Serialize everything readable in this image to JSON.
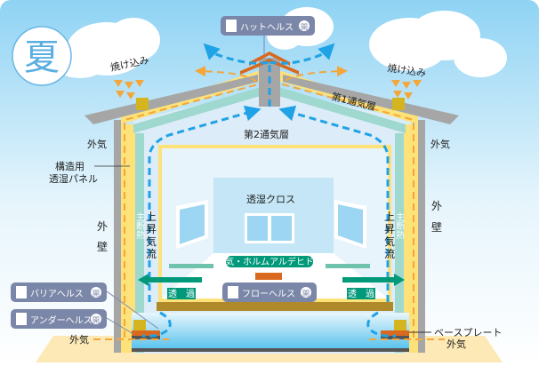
{
  "season": "夏",
  "ridge_product": {
    "label": "ハットヘルス",
    "state": "開",
    "icon": "auto-open-close-icon"
  },
  "sun_heat": [
    "焼け込み",
    "焼け込み"
  ],
  "layers": {
    "first_vent": "第1通気層",
    "second_vent": "第2通気層",
    "panel": [
      "構造用",
      "透湿パネル"
    ],
    "outer_wall": [
      "外",
      "壁"
    ],
    "insulation": [
      "主",
      "断",
      "熱"
    ],
    "updraft": [
      "上",
      "昇",
      "気",
      "流"
    ],
    "cloth": "透湿クロス",
    "base_plate": "ベースプレート"
  },
  "outside_air": [
    "外気",
    "外気",
    "外気",
    "外気"
  ],
  "moisture": "湿気・ホルムアルデヒド等",
  "permeate": [
    "透　過",
    "透　過"
  ],
  "products": [
    {
      "label": "フローヘルス",
      "state": "開"
    },
    {
      "label": "バリアヘルス",
      "state": "開"
    },
    {
      "label": "アンダーヘルス",
      "state": "開"
    }
  ],
  "colors": {
    "sky": "#8fd3f4",
    "roof": "#a6a6a6",
    "insulation": "#fde27a",
    "panel": "#9ed8cf",
    "airflow": "#1fa3e6",
    "outside_flow": "#f4a63a",
    "moisture": "#00997a",
    "badge": "#7b87a8"
  }
}
